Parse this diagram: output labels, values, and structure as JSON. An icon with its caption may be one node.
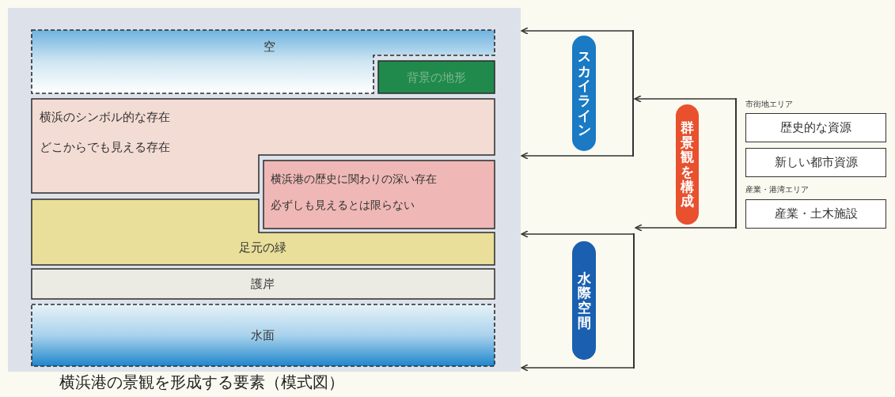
{
  "diagram": {
    "caption": "横浜港の景観を形成する要素（模式図）",
    "nodes": [
      {
        "text": [],
        "shape": "box"
      },
      {
        "text": [
          "空"
        ],
        "in": 0
      },
      {
        "text": [
          "背景の地形"
        ],
        "in": 0
      },
      {
        "text": [
          "横浜のシンボル的な存在",
          "どこからでも見える存在"
        ],
        "in": 0
      },
      {
        "text": [
          "横浜港の歴史に関わりの深い存在",
          "必ずしも見えるとは限らない"
        ],
        "in": 0
      },
      {
        "text": [
          "足元の緑"
        ],
        "in": 0
      },
      {
        "text": [
          "護岸"
        ],
        "in": 0
      },
      {
        "text": [
          "水面"
        ],
        "in": 0
      },
      {
        "text": [
          "スカイライン"
        ]
      },
      {
        "text": [
          "群景観を構成"
        ]
      },
      {
        "text": [
          "水際空間"
        ]
      },
      {
        "text": [
          "歴史的な資源"
        ]
      },
      {
        "text": [
          "新しい都市資源"
        ]
      },
      {
        "text": [
          "産業・土木施設"
        ]
      },
      {
        "text": [],
        "shape": "bar"
      },
      {
        "text": [],
        "shape": "bar"
      },
      {
        "text": [],
        "shape": "bar"
      }
    ],
    "edges": [
      {
        "from": 14,
        "to": 0,
        "arrow": "to"
      },
      {
        "from": 14,
        "to": 0,
        "arrow": "to"
      },
      {
        "from": 15,
        "to": 0,
        "arrow": "to"
      },
      {
        "from": 15,
        "to": 0,
        "arrow": "to"
      },
      {
        "from": 16,
        "to": 14,
        "arrow": "to"
      },
      {
        "from": 16,
        "to": 15,
        "arrow": "to"
      }
    ],
    "labels": [
      "市街地エリア",
      "産業・港湾エリア"
    ]
  }
}
